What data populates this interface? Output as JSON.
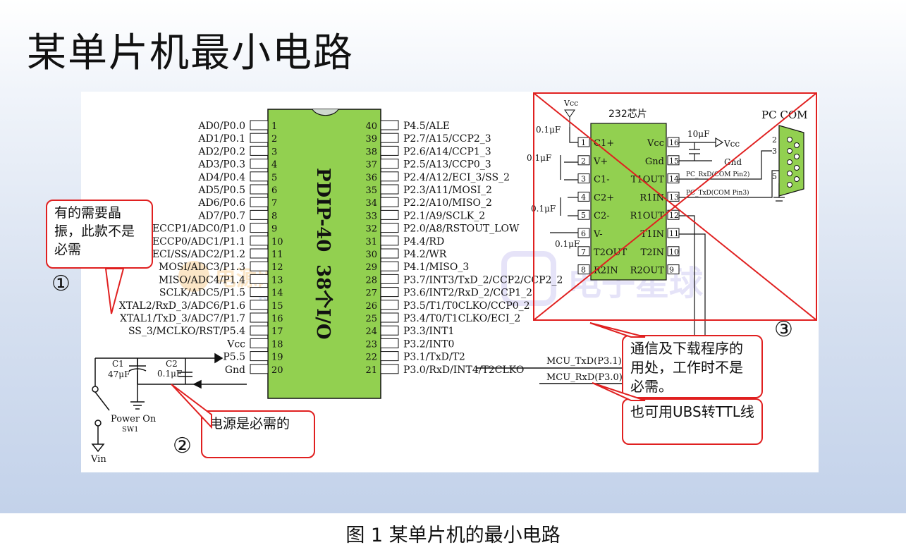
{
  "slide_title": "某单片机最小电路",
  "caption": "图 1 某单片机的最小电路",
  "chip": {
    "name": "PDIP-40",
    "io": "38个I/O",
    "left_pins": [
      {
        "num": "1",
        "label": "AD0/P0.0"
      },
      {
        "num": "2",
        "label": "AD1/P0.1"
      },
      {
        "num": "3",
        "label": "AD2/P0.2"
      },
      {
        "num": "4",
        "label": "AD3/P0.3"
      },
      {
        "num": "5",
        "label": "AD4/P0.4"
      },
      {
        "num": "6",
        "label": "AD5/P0.5"
      },
      {
        "num": "7",
        "label": "AD6/P0.6"
      },
      {
        "num": "8",
        "label": "AD7/P0.7"
      },
      {
        "num": "9",
        "label": "ECCP1/ADC0/P1.0"
      },
      {
        "num": "10",
        "label": "ECCP0/ADC1/P1.1"
      },
      {
        "num": "11",
        "label": "ECI/SS/ADC2/P1.2"
      },
      {
        "num": "12",
        "label": "MOSI/ADC3/P1.3"
      },
      {
        "num": "13",
        "label": "MISO/ADC4/P1.4"
      },
      {
        "num": "14",
        "label": "SCLK/ADC5/P1.5"
      },
      {
        "num": "15",
        "label": "XTAL2/RxD_3/ADC6/P1.6"
      },
      {
        "num": "16",
        "label": "XTAL1/TxD_3/ADC7/P1.7"
      },
      {
        "num": "17",
        "label": "SS_3/MCLKO/RST/P5.4"
      },
      {
        "num": "18",
        "label": "Vcc"
      },
      {
        "num": "19",
        "label": "P5.5"
      },
      {
        "num": "20",
        "label": "Gnd"
      }
    ],
    "right_pins": [
      {
        "num": "40",
        "label": "P4.5/ALE"
      },
      {
        "num": "39",
        "label": "P2.7/A15/CCP2_3"
      },
      {
        "num": "38",
        "label": "P2.6/A14/CCP1_3"
      },
      {
        "num": "37",
        "label": "P2.5/A13/CCP0_3"
      },
      {
        "num": "36",
        "label": "P2.4/A12/ECI_3/SS_2"
      },
      {
        "num": "35",
        "label": "P2.3/A11/MOSI_2"
      },
      {
        "num": "34",
        "label": "P2.2/A10/MISO_2"
      },
      {
        "num": "33",
        "label": "P2.1/A9/SCLK_2"
      },
      {
        "num": "32",
        "label": "P2.0/A8/RSTOUT_LOW"
      },
      {
        "num": "31",
        "label": "P4.4/RD"
      },
      {
        "num": "30",
        "label": "P4.2/WR"
      },
      {
        "num": "29",
        "label": "P4.1/MISO_3"
      },
      {
        "num": "28",
        "label": "P3.7/INT3/TxD_2/CCP2/CCP2_2"
      },
      {
        "num": "27",
        "label": "P3.6/INT2/RxD_2/CCP1_2"
      },
      {
        "num": "26",
        "label": "P3.5/T1/T0CLKO/CCP0_2"
      },
      {
        "num": "25",
        "label": "P3.4/T0/T1CLKO/ECI_2"
      },
      {
        "num": "24",
        "label": "P3.3/INT1"
      },
      {
        "num": "23",
        "label": "P3.2/INT0"
      },
      {
        "num": "22",
        "label": "P3.1/TxD/T2"
      },
      {
        "num": "21",
        "label": "P3.0/RxD/INT4/T2CLKO"
      }
    ]
  },
  "power": {
    "c1": "C1",
    "c1_val": "47μF",
    "c2": "C2",
    "c2_val": "0.1μF",
    "switch": "Power On",
    "switch_ref": "SW1",
    "vin": "Vin"
  },
  "uart": {
    "txd": "MCU_TxD(P3.1)",
    "rxd": "MCU_RxD(P3.0)"
  },
  "ic232": {
    "title": "232芯片",
    "vcc": "Vcc",
    "cap1": "0.1μF",
    "cap2": "0.1μF",
    "cap3": "0.1μF",
    "cap4": "0.1μF",
    "cap5": "10μF",
    "vcc_out": "Vcc",
    "gnd_out": "Gnd",
    "left_pins": [
      {
        "num": "1",
        "label": "C1+"
      },
      {
        "num": "2",
        "label": "V+"
      },
      {
        "num": "3",
        "label": "C1-"
      },
      {
        "num": "4",
        "label": "C2+"
      },
      {
        "num": "5",
        "label": "C2-"
      },
      {
        "num": "6",
        "label": "V-"
      },
      {
        "num": "7",
        "label": "T2OUT"
      },
      {
        "num": "8",
        "label": "R2IN"
      }
    ],
    "right_pins": [
      {
        "num": "16",
        "label": "Vcc"
      },
      {
        "num": "15",
        "label": "Gnd"
      },
      {
        "num": "14",
        "label": "T1OUT"
      },
      {
        "num": "13",
        "label": "R1IN"
      },
      {
        "num": "12",
        "label": "R1OUT"
      },
      {
        "num": "11",
        "label": "T1IN"
      },
      {
        "num": "10",
        "label": "T2IN"
      },
      {
        "num": "9",
        "label": "R2OUT"
      }
    ],
    "rxd_net": "PC_RxD(COM Pin2)",
    "txd_net": "PC_TxD(COM Pin3)",
    "com_title": "PC COM",
    "com_pins": [
      "2",
      "3",
      "5"
    ]
  },
  "callouts": [
    {
      "num": "①",
      "text": "有的需要晶振，此款不是必需"
    },
    {
      "num": "②",
      "text": "电源是必需的"
    },
    {
      "num": "③",
      "text": "通信及下载程序的用处，工作时不是必需。"
    },
    {
      "num": "",
      "text": "也可用UBS转TTL线"
    }
  ],
  "watermark": {
    "left": "电源网",
    "left_sub": "DianYuan.com",
    "right": "电子星球"
  },
  "colors": {
    "chip_fill": "#92d050",
    "callout_border": "#e02020",
    "cross": "#e02020"
  }
}
